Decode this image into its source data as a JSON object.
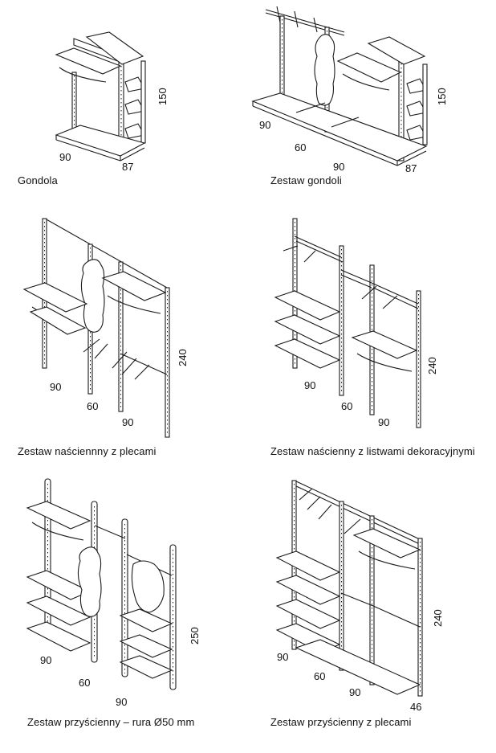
{
  "panels": [
    {
      "caption": "Gondola",
      "dims": [
        "90",
        "87",
        "150"
      ]
    },
    {
      "caption": "Zestaw gondoli",
      "dims": [
        "90",
        "60",
        "90",
        "87",
        "150"
      ]
    },
    {
      "caption": "Zestaw naściennny z plecami",
      "dims": [
        "90",
        "60",
        "90",
        "240"
      ]
    },
    {
      "caption": "Zestaw naścienny z listwami dekoracyjnymi",
      "dims": [
        "90",
        "60",
        "90",
        "240"
      ]
    },
    {
      "caption": "Zestaw przyścienny – rura Ø50 mm",
      "dims": [
        "90",
        "60",
        "90",
        "250"
      ]
    },
    {
      "caption": "Zestaw przyścienny z plecami",
      "dims": [
        "90",
        "60",
        "90",
        "46",
        "240"
      ]
    }
  ]
}
